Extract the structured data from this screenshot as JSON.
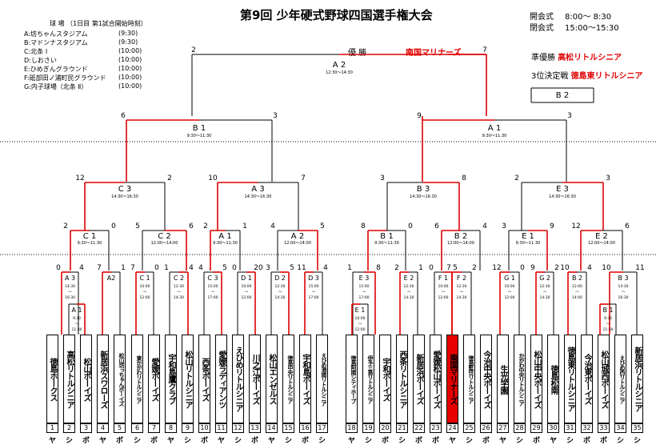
{
  "title": "第9回 少年硬式野球四国選手権大会",
  "venues": {
    "header": "球 場 （1日目 第1試合開始時刻）",
    "list": [
      {
        "name": "A:坊ちゃんスタジアム",
        "time": "(9:30)"
      },
      {
        "name": "B:マドンナスタジアム",
        "time": "(9:30)"
      },
      {
        "name": "C:北条 Ⅰ",
        "time": "(10:00)"
      },
      {
        "name": "D:しおさい",
        "time": "(10:00)"
      },
      {
        "name": "E:ひめぎんグラウンド",
        "time": "(10:00)"
      },
      {
        "name": "F:砥部田ノ浦町民グラウンド",
        "time": "(10:00)"
      },
      {
        "name": "G:内子球場（北条 Ⅱ）",
        "time": "(10:00)"
      }
    ]
  },
  "ceremony": [
    {
      "label": "開会式",
      "time": "8:00～ 8:30"
    },
    {
      "label": "閉会式",
      "time": "15:00～15:30"
    }
  ],
  "awards": {
    "champion_label": "優 勝",
    "champion": "南国マリナーズ",
    "runnerup_label": "準優勝",
    "runnerup": "高松リトルシニア",
    "third_label": "3位決定戦",
    "third": "徳島東リトルシニア"
  },
  "games": {
    "final": {
      "code": "A 2",
      "time": "12:30～14:30",
      "left": "2",
      "right": "7"
    },
    "third": {
      "code": "B 2"
    },
    "sf_left": {
      "code": "B 1",
      "time": "9:30～11:30",
      "left": "6",
      "right": "3"
    },
    "sf_right": {
      "code": "A 1",
      "time": "9:30～11:30",
      "left": "9",
      "right": "3"
    },
    "qf1": {
      "code": "C 3",
      "time": "14:30～16:30",
      "left": "12",
      "right": "2"
    },
    "qf2": {
      "code": "A 3",
      "time": "14:30～16:30",
      "left": "10",
      "right": "7"
    },
    "qf3": {
      "code": "B 3",
      "time": "14:30～16:30",
      "left": "3",
      "right": "8"
    },
    "qf4": {
      "code": "E 3",
      "time": "14:30～16:30",
      "left": "2",
      "right": "3"
    },
    "r2_1": {
      "code": "C 1",
      "time": "9:30～11:30",
      "left": "2",
      "right": "0"
    },
    "r2_2": {
      "code": "C 2",
      "time": "12:00～14:00",
      "left": "5",
      "right": "6"
    },
    "r2_3": {
      "code": "A 1",
      "time": "9:30～11:30",
      "left": "2",
      "right": "1"
    },
    "r2_4": {
      "code": "A 2",
      "time": "12:00～14:00",
      "left": "4",
      "right": "5"
    },
    "r2_5": {
      "code": "B 1",
      "time": "9:30～11:30",
      "left": "8",
      "right": "0"
    },
    "r2_6": {
      "code": "B 2",
      "time": "12:00～14:00",
      "left": "6",
      "right": "4"
    },
    "r2_7": {
      "code": "E 1",
      "time": "9:30～11:30",
      "left": "3",
      "right": "9"
    },
    "r2_8": {
      "code": "E 2",
      "time": "12:00～14:00",
      "left": "12",
      "right": "6"
    }
  },
  "r1": [
    {
      "code": "A 3",
      "time": "14:30 ～ 16:30",
      "left": "0",
      "right": "4"
    },
    {
      "code": "A2",
      "time": "",
      "left": "7",
      "right": "1"
    },
    {
      "code": "C 1",
      "time": "10:00 ～ 12:00",
      "left": "7",
      "right": "0"
    },
    {
      "code": "C 2",
      "time": "12:30 ～ 14:30",
      "left": "1",
      "right": "4"
    },
    {
      "code": "C 3",
      "time": "15:00 ～ 17:00",
      "left": "4",
      "right": "5"
    },
    {
      "code": "D 1",
      "time": "10:00 ～ 12:00",
      "left": "0",
      "right": "20"
    },
    {
      "code": "D 2",
      "time": "12:30 ～ 14:30",
      "left": "3",
      "right": "5"
    },
    {
      "code": "D 3",
      "time": "15:00 ～ 17:00",
      "left": "11",
      "right": "4"
    },
    {
      "code": "E 3",
      "time": "15:00 ～ 17:00",
      "left": "1",
      "right": "8"
    },
    {
      "code": "E 2",
      "time": "12:30 ～ 14:30",
      "left": "2",
      "right": "1"
    },
    {
      "code": "F 1",
      "time": "10:00 ～ 12:00",
      "left": "0",
      "right": "5"
    },
    {
      "code": "F 2",
      "time": "12:30 ～ 14:30",
      "left": "7",
      "right": "2"
    },
    {
      "code": "G 1",
      "time": "10:00 ～ 12:00",
      "left": "12",
      "right": "0"
    },
    {
      "code": "G 2",
      "time": "12:30 ～ 14:30",
      "left": "9",
      "right": "2"
    },
    {
      "code": "B 2",
      "time": "12:00 ～ 14:00",
      "left": "10",
      "right": "4"
    },
    {
      "code": "B 3",
      "time": "14:30 ～ 16:30",
      "left": "10",
      "right": "11"
    }
  ],
  "r0": [
    {
      "code": "A 1",
      "time": "9:30 ～ 11:30",
      "left": "",
      "right": ""
    },
    {
      "code": "E 1",
      "time": "10:00 ～ 12:00",
      "left": "",
      "right": ""
    },
    {
      "code": "B 1",
      "time": "9:30 ～ 11:30",
      "left": "",
      "right": ""
    }
  ],
  "teams": [
    {
      "n": "1",
      "name": "徳島ホークス",
      "p": "ヤ"
    },
    {
      "n": "2",
      "name": "高松リトルシニア",
      "p": "シ"
    },
    {
      "n": "3",
      "name": "松山ボーイズ",
      "p": "ボ"
    },
    {
      "n": "4",
      "name": "新居浜スワローズ",
      "p": "ヤ"
    },
    {
      "n": "5",
      "name": "松山坊っちゃんボーイズ",
      "p": "ボ"
    },
    {
      "n": "6",
      "name": "東かがわリトルシニア",
      "p": "シ"
    },
    {
      "n": "7",
      "name": "愛媛ボーイズ",
      "p": "ボ"
    },
    {
      "n": "8",
      "name": "宇和島鷹クラブ",
      "p": "ヤ"
    },
    {
      "n": "9",
      "name": "松山リトルシニア",
      "p": "シ"
    },
    {
      "n": "10",
      "name": "西条ボーイズ",
      "p": "ボ"
    },
    {
      "n": "11",
      "name": "愛媛ラディアンツ",
      "p": "ヤ"
    },
    {
      "n": "12",
      "name": "えひめリトルシニア",
      "p": "シ"
    },
    {
      "n": "13",
      "name": "川之江ボーイズ",
      "p": "ボ"
    },
    {
      "n": "14",
      "name": "松山エンゼルス",
      "p": "ヤ"
    },
    {
      "n": "15",
      "name": "徳島中央リトルシニア",
      "p": "シ"
    },
    {
      "n": "16",
      "name": "宇和島ボーイズ",
      "p": "ボ"
    },
    {
      "n": "17",
      "name": "えひめ港南リトルシニア",
      "p": "シ"
    },
    {
      "n": "18",
      "name": "徳島阿南シティホープ",
      "p": "ヤ"
    },
    {
      "n": "19",
      "name": "伊予三島リトルシニア",
      "p": "シ"
    },
    {
      "n": "20",
      "name": "宇和ボーイズ",
      "p": "ボ"
    },
    {
      "n": "21",
      "name": "西条リトルシニア",
      "p": "シ"
    },
    {
      "n": "22",
      "name": "新居浜ボーイズ",
      "p": "ボ"
    },
    {
      "n": "23",
      "name": "愛媛松山ボーイズ",
      "p": "ボ"
    },
    {
      "n": "24",
      "name": "南国マリナーズ",
      "p": "ヤ"
    },
    {
      "n": "25",
      "name": "徳島藍住リトルシニア",
      "p": "シ"
    },
    {
      "n": "26",
      "name": "今治中央ボーイズ",
      "p": "ボ"
    },
    {
      "n": "27",
      "name": "生光学園",
      "p": "ヤ"
    },
    {
      "n": "28",
      "name": "かがわ中央リトルシニア",
      "p": "シ"
    },
    {
      "n": "29",
      "name": "松山中央ボーイズ",
      "p": "ボ"
    },
    {
      "n": "30",
      "name": "徳島松南",
      "p": "ヤ"
    },
    {
      "n": "31",
      "name": "徳島東リトルシニア",
      "p": "シ"
    },
    {
      "n": "32",
      "name": "今治東ボーイズ",
      "p": "ボ"
    },
    {
      "n": "33",
      "name": "松山城西ボーイズ",
      "p": "ボ"
    },
    {
      "n": "34",
      "name": "えひめ西リトルシニア",
      "p": "シ"
    },
    {
      "n": "35",
      "name": "新居浜リトルシニア",
      "p": "シ"
    }
  ],
  "winner_team": "24"
}
